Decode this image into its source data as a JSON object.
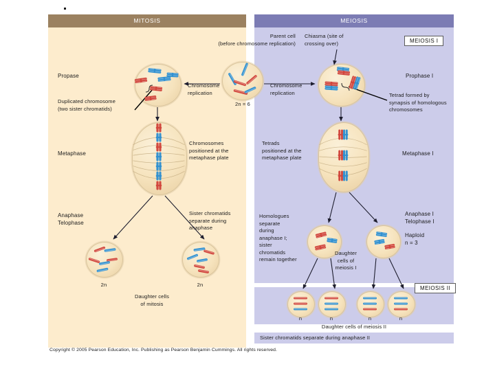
{
  "figure": {
    "title_bars": {
      "mitosis": "MITOSIS",
      "meiosis": "MEIOSIS"
    },
    "boxed_labels": {
      "meiosis_i": "MEIOSIS I",
      "meiosis_ii": "MEIOSIS II"
    },
    "copyright": "Copyright © 2005 Pearson Education, Inc. Publishing as Pearson Benjamin Cummings. All rights reserved."
  },
  "top_row": {
    "parent_cell_label": "Parent cell\n(before chromosome replication)",
    "chiasma_label": "Chiasma (site of\ncrossing over)",
    "parent_ploidy": "2n = 6"
  },
  "mitosis": {
    "stages": {
      "prophase": "Propase",
      "metaphase": "Metaphase",
      "anaphase_telophase": "Anaphase\nTelophase"
    },
    "annotations": {
      "duplicated_chromosome": "Duplicated chromosome\n(two sister chromatids)",
      "chromosome_replication": "Chromosome\nreplication",
      "metaphase_plate": "Chromosomes\npositioned at the\nmetaphase plate",
      "sister_chromatids": "Sister chromatids\nseparate during\nanaphase"
    },
    "daughter_cells": {
      "left_ploidy": "2n",
      "right_ploidy": "2n",
      "caption": "Daughter cells\nof mitosis"
    }
  },
  "meiosis": {
    "stages": {
      "prophase_i": "Prophase I",
      "metaphase_i": "Metaphase I",
      "anaphase_telophase_i": "Anaphase I\nTelophase I"
    },
    "annotations": {
      "chromosome_replication": "Chromosome\nreplication",
      "tetrad_formed": "Tetrad formed by\nsynapsis of homologous\nchromosomes",
      "tetrads_plate": "Tetrads\npositioned at the\nmetaphase plate",
      "homologues_separate": "Homologues\nseparate\nduring\nanaphase I;\nsister\nchromatids\nremain together",
      "haploid": "Haploid\nn = 3",
      "daughter_cells_meiosis_i": "Daughter\ncells of\nmeiosis I",
      "daughter_cells_meiosis_ii": "Daughter cells of meiosis II",
      "sister_chromatids_anaphase_ii": "Sister chromatids separate during anaphase II"
    },
    "haploid_ploidy_marks": [
      "n",
      "n",
      "n",
      "n"
    ]
  },
  "colors": {
    "mitosis_panel": "#fdeccd",
    "meiosis_panel": "#ccccea",
    "mitosis_bar": "#9b8160",
    "meiosis_bar": "#7c7cb4",
    "chromosome_blue": "#2f8fd0",
    "chromosome_red": "#d1443b",
    "cell_fill": "#f6e3bd"
  }
}
